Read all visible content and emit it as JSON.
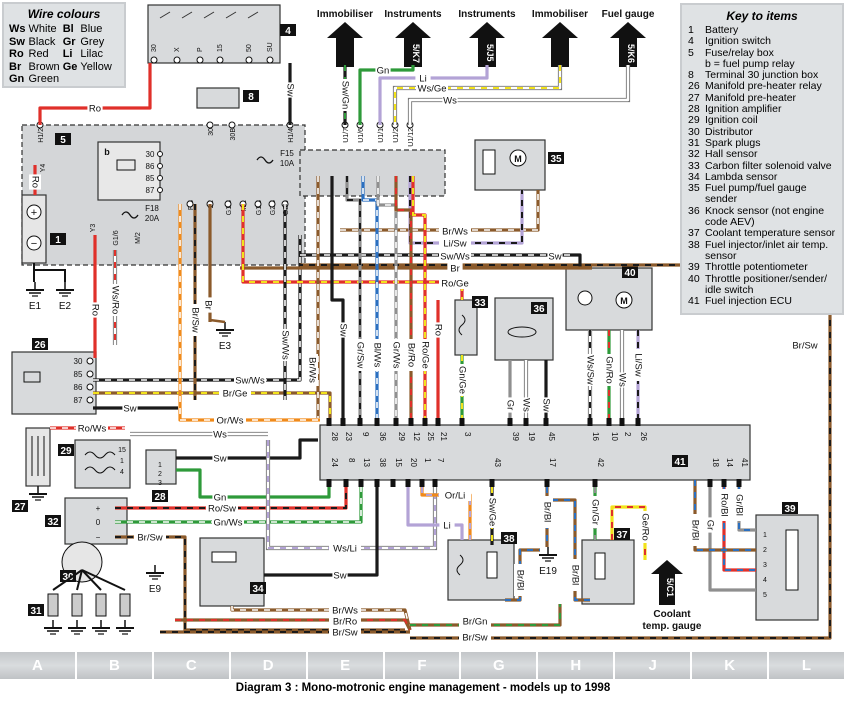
{
  "legend": {
    "title": "Wire colours",
    "entries": [
      {
        "code": "Ws",
        "name": "White"
      },
      {
        "code": "Bl",
        "name": "Blue"
      },
      {
        "code": "Sw",
        "name": "Black"
      },
      {
        "code": "Gr",
        "name": "Grey"
      },
      {
        "code": "Ro",
        "name": "Red"
      },
      {
        "code": "Li",
        "name": "Lilac"
      },
      {
        "code": "Br",
        "name": "Brown"
      },
      {
        "code": "Ge",
        "name": "Yellow"
      },
      {
        "code": "Gn",
        "name": "Green"
      }
    ]
  },
  "wire_colors": {
    "Ws": "#ffffff",
    "Sw": "#1a1a1a",
    "Ro": "#e0302a",
    "Br": "#8b5a2b",
    "Gn": "#2e9a3a",
    "Bl": "#2a6fc0",
    "Gr": "#8f8f8f",
    "Li": "#b3a3d6",
    "Ge": "#f2e21a",
    "Or": "#f08a1a"
  },
  "key": {
    "title": "Key to items",
    "items": [
      {
        "n": "1",
        "label": "Battery"
      },
      {
        "n": "4",
        "label": "Ignition switch"
      },
      {
        "n": "5",
        "label": "Fuse/relay box"
      },
      {
        "n": "",
        "label": "b = fuel pump relay"
      },
      {
        "n": "8",
        "label": "Terminal 30 junction box"
      },
      {
        "n": "26",
        "label": "Manifold pre-heater relay"
      },
      {
        "n": "27",
        "label": "Manifold pre-heater"
      },
      {
        "n": "28",
        "label": "Ignition amplifier"
      },
      {
        "n": "29",
        "label": "Ignition coil"
      },
      {
        "n": "30",
        "label": "Distributor"
      },
      {
        "n": "31",
        "label": "Spark plugs"
      },
      {
        "n": "32",
        "label": "Hall sensor"
      },
      {
        "n": "33",
        "label": "Carbon filter solenoid valve"
      },
      {
        "n": "34",
        "label": "Lambda sensor"
      },
      {
        "n": "35",
        "label": "Fuel pump/fuel gauge sender"
      },
      {
        "n": "36",
        "label": "Knock sensor (not engine"
      },
      {
        "n": "",
        "label": "code AEV)"
      },
      {
        "n": "37",
        "label": "Coolant temperature sensor"
      },
      {
        "n": "38",
        "label": "Fuel injector/inlet air temp."
      },
      {
        "n": "",
        "label": "sensor"
      },
      {
        "n": "39",
        "label": "Throttle potentiometer"
      },
      {
        "n": "40",
        "label": "Throttle positioner/sender/"
      },
      {
        "n": "",
        "label": "idle switch"
      },
      {
        "n": "41",
        "label": "Fuel injection ECU"
      }
    ]
  },
  "connectors": [
    {
      "title": "Immobiliser",
      "ref": ""
    },
    {
      "title": "Instruments",
      "ref": "5/K7"
    },
    {
      "title": "Instruments",
      "ref": "5/J5"
    },
    {
      "title": "Immobiliser",
      "ref": ""
    },
    {
      "title": "Fuel gauge",
      "ref": "5/K6"
    },
    {
      "title": "Coolant temp. gauge",
      "ref": "5/C1"
    }
  ],
  "wires": [
    "Sw/Gn",
    "Gn",
    "Li",
    "Ws/Ge",
    "Ws",
    "Ro",
    "Sw",
    "Ro",
    "Ro",
    "Ws/Ro",
    "Sw/Ws",
    "Br/Ge",
    "Sw",
    "Or/Ws",
    "Ws",
    "Ro/Ws",
    "Sw",
    "Gn",
    "Ro/Sw",
    "Gn/Ws",
    "Br/Sw",
    "Ws/Li",
    "Sw",
    "Br/Ws",
    "Br/Ro",
    "Br/Sw",
    "Br/Gn",
    "Br/Sw",
    "Or/Li",
    "Li",
    "Sw/Ge",
    "Br/Bl",
    "Br/Bl",
    "Gn/Gr",
    "Ge/Ro",
    "Br/Bl",
    "Gr",
    "Ro/Bl",
    "Gr/Bl",
    "Br/Bl",
    "Br/Ws",
    "Li/Sw",
    "Sw/Ws",
    "Sw",
    "Br",
    "Ro/Ge",
    "Br/Sw",
    "Br",
    "Sw/Ws",
    "Br/Ws",
    "Sw",
    "Gr/Sw",
    "Bl/Ws",
    "Gr/Ws",
    "Br/Ro",
    "Ro/Ge",
    "Ro",
    "Gn/Ge",
    "Gr",
    "Ws",
    "Sw",
    "Ws/Sw",
    "Gn/Ro",
    "Ws",
    "Li/Sw"
  ],
  "components": {
    "battery": "1",
    "ignition_switch": "4",
    "fuse_relay_box": "5",
    "junction_box": "8",
    "preheater_relay": "26",
    "preheater": "27",
    "ignition_amplifier": "28",
    "ignition_coil": "29",
    "distributor": "30",
    "spark_plugs": "31",
    "hall_sensor": "32",
    "carbon_filter_valve": "33",
    "lambda_sensor": "34",
    "fuel_pump_sender": "35",
    "knock_sensor": "36",
    "coolant_sensor": "37",
    "injector": "38",
    "throttle_pot": "39",
    "throttle_positioner": "40",
    "ecu": "41"
  },
  "grounds": [
    "E1",
    "E2",
    "E3",
    "E9",
    "E19"
  ],
  "ignition_switch_terminals": [
    "30",
    "X",
    "P",
    "15",
    "50",
    "SU"
  ],
  "fuse_box": {
    "top_pins": [
      "H1/2",
      "30",
      "30B",
      "H1/4",
      "U1/7",
      "U1/6",
      "U1/1",
      "U1/2",
      "U1/12"
    ],
    "bottom_pins": [
      "F/8",
      "Z2",
      "G1/8",
      "M/1",
      "G1/3",
      "G2/8",
      "G2/9",
      "G1/5",
      "G1/4",
      "G1/2",
      "G1/12",
      "G2/1",
      "G2/2",
      "M/3",
      "M/6"
    ],
    "side_pins": [
      "Y4",
      "Y3",
      "G1/6",
      "M/2"
    ],
    "relay_label": "b",
    "relay_pins": [
      "30",
      "86",
      "85",
      "87"
    ],
    "fuses": [
      {
        "name": "F15",
        "rating": "10A"
      },
      {
        "name": "F18",
        "rating": "20A"
      }
    ]
  },
  "relay26_pins": [
    "30",
    "85",
    "86",
    "87"
  ],
  "coil_pins": [
    "15",
    "1",
    "4"
  ],
  "ecu": {
    "top_pins": [
      "28",
      "23",
      "9",
      "36",
      "29",
      "12",
      "25",
      "21",
      "3",
      "39",
      "19",
      "45",
      "16",
      "10",
      "2",
      "26"
    ],
    "bottom_pins": [
      "24",
      "8",
      "13",
      "38",
      "15",
      "20",
      "1",
      "7",
      "43",
      "17",
      "42",
      "18",
      "14",
      "41"
    ]
  },
  "columns": [
    "A",
    "B",
    "C",
    "D",
    "E",
    "F",
    "G",
    "H",
    "J",
    "K",
    "L"
  ],
  "caption": "Diagram 3 : Mono-motronic engine management - models up to 1998"
}
